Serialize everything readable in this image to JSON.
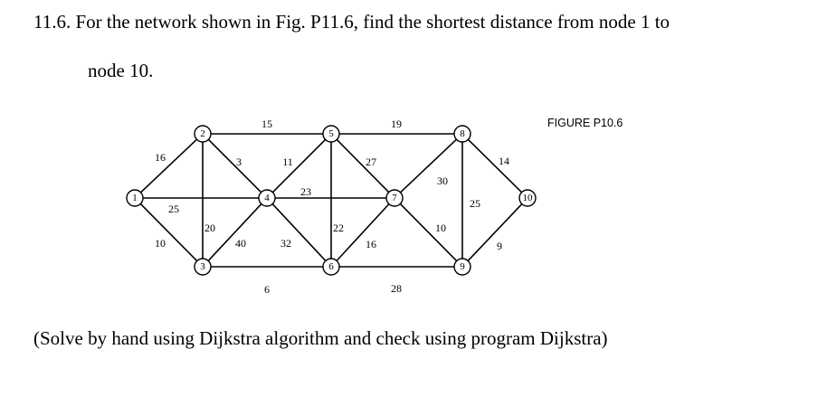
{
  "problem": {
    "line1": "11.6.  For the network shown in Fig. P11.6, find the shortest distance from node 1 to",
    "line2": "node 10."
  },
  "figure": {
    "caption": "FIGURE P10.6",
    "nodes": [
      "1",
      "2",
      "3",
      "4",
      "5",
      "6",
      "7",
      "8",
      "9",
      "10"
    ],
    "edges": [
      {
        "from": "1",
        "to": "2",
        "weight": "16"
      },
      {
        "from": "1",
        "to": "4",
        "weight": "25"
      },
      {
        "from": "1",
        "to": "3",
        "weight": "10"
      },
      {
        "from": "2",
        "to": "3",
        "weight": "20"
      },
      {
        "from": "2",
        "to": "4",
        "weight": "3"
      },
      {
        "from": "2",
        "to": "5",
        "weight": "15"
      },
      {
        "from": "3",
        "to": "4",
        "weight": "40"
      },
      {
        "from": "3",
        "to": "6",
        "weight": "6"
      },
      {
        "from": "4",
        "to": "5",
        "weight": "11"
      },
      {
        "from": "4",
        "to": "7",
        "weight": "23"
      },
      {
        "from": "4",
        "to": "6",
        "weight": "32"
      },
      {
        "from": "5",
        "to": "6",
        "weight": "22"
      },
      {
        "from": "5",
        "to": "7",
        "weight": "27"
      },
      {
        "from": "5",
        "to": "8",
        "weight": "19"
      },
      {
        "from": "6",
        "to": "7",
        "weight": "16"
      },
      {
        "from": "6",
        "to": "9",
        "weight": "28"
      },
      {
        "from": "7",
        "to": "8",
        "weight": "30"
      },
      {
        "from": "7",
        "to": "9",
        "weight": "10"
      },
      {
        "from": "8",
        "to": "9",
        "weight": "25"
      },
      {
        "from": "8",
        "to": "10",
        "weight": "14"
      },
      {
        "from": "9",
        "to": "10",
        "weight": "9"
      }
    ]
  },
  "note": "(Solve by hand using Dijkstra algorithm and check using program Dijkstra)"
}
